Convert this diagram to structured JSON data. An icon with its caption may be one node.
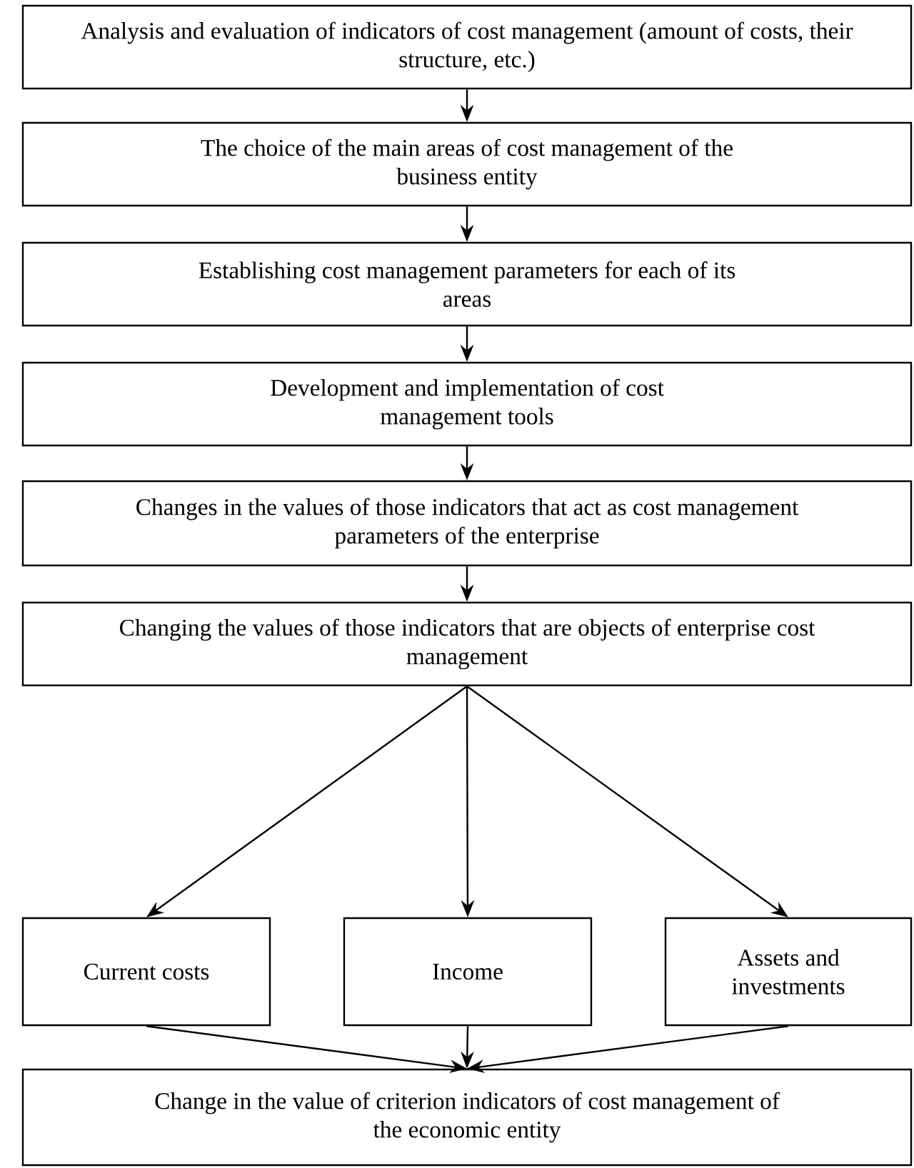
{
  "diagram": {
    "nodes": [
      {
        "text": [
          "Analysis and evaluation of indicators of cost management (amount of costs, their structure, etc.)"
        ]
      },
      {
        "text": [
          "The choice of the main areas of cost management of the business entity"
        ]
      },
      {
        "text": [
          "Establishing cost management parameters for each of its areas"
        ]
      },
      {
        "text": [
          "Development and implementation of cost management tools"
        ]
      },
      {
        "text": [
          "Changes in the values of those indicators that act as cost management parameters of the enterprise"
        ]
      },
      {
        "text": [
          "Changing the values of those indicators that are objects of enterprise cost management"
        ]
      },
      {
        "text": [
          "Current costs"
        ]
      },
      {
        "text": [
          "Income"
        ]
      },
      {
        "text": [
          "Assets and investments"
        ]
      },
      {
        "text": [
          "Change in the value of criterion indicators of cost management of the economic entity"
        ]
      }
    ],
    "edges": [
      {
        "from": 0,
        "to": 1,
        "arrow": "to"
      },
      {
        "from": 1,
        "to": 2,
        "arrow": "to"
      },
      {
        "from": 2,
        "to": 3,
        "arrow": "to"
      },
      {
        "from": 3,
        "to": 4,
        "arrow": "to"
      },
      {
        "from": 4,
        "to": 5,
        "arrow": "to"
      },
      {
        "from": 5,
        "to": 6,
        "arrow": "to"
      },
      {
        "from": 5,
        "to": 7,
        "arrow": "to"
      },
      {
        "from": 5,
        "to": 8,
        "arrow": "to"
      },
      {
        "from": 6,
        "to": 9,
        "arrow": "to"
      },
      {
        "from": 7,
        "to": 9,
        "arrow": "to"
      },
      {
        "from": 8,
        "to": 9,
        "arrow": "to"
      }
    ]
  }
}
